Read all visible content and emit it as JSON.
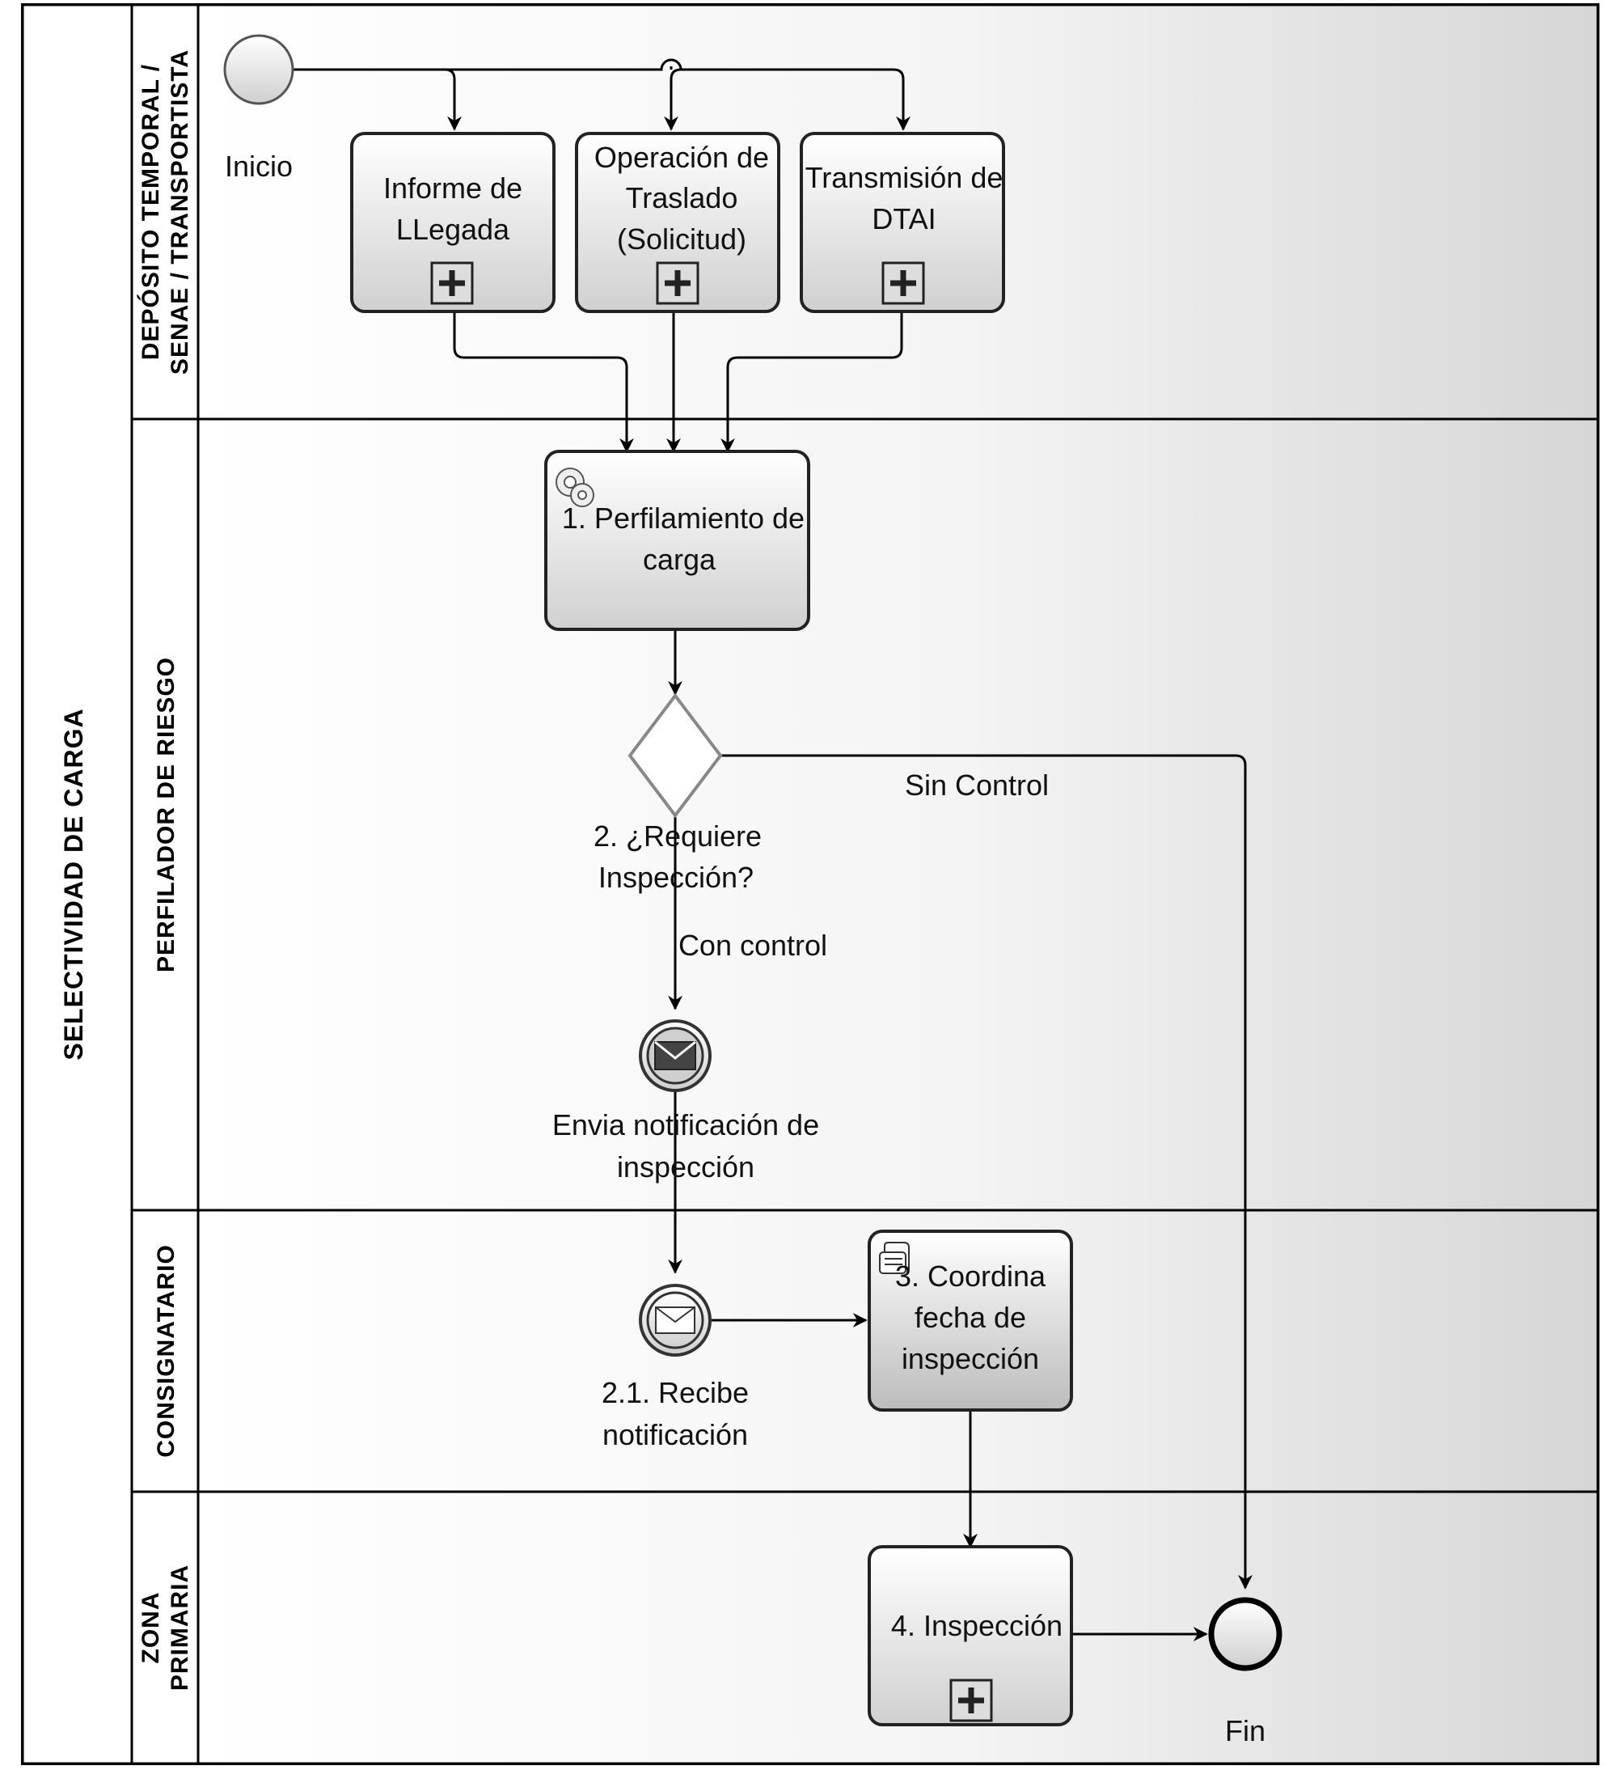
{
  "pool": {
    "title": "SELECTIVIDAD DE CARGA"
  },
  "lanes": [
    {
      "id": "lane-deposito",
      "title_line1": "DEPÓSITO TEMPORAL /",
      "title_line2": "SENAE / TRANSPORTISTA"
    },
    {
      "id": "lane-perfilador",
      "title_line1": "PERFILADOR DE RIESGO",
      "title_line2": ""
    },
    {
      "id": "lane-consignatario",
      "title_line1": "CONSIGNATARIO",
      "title_line2": ""
    },
    {
      "id": "lane-zona",
      "title_line1": "ZONA",
      "title_line2": "PRIMARIA"
    }
  ],
  "events": {
    "start": {
      "label": "Inicio"
    },
    "end": {
      "label": "Fin"
    },
    "send_notification": {
      "label_line1": "Envia notificación de",
      "label_line2": "inspección"
    },
    "receive_notification": {
      "label_line1": "2.1. Recibe",
      "label_line2": "notificación"
    }
  },
  "tasks": {
    "informe": {
      "line1": "Informe de",
      "line2": "LLegada",
      "type": "subprocess"
    },
    "operacion": {
      "line1": "Operación de",
      "line2": "Traslado",
      "line3": "(Solicitud)",
      "type": "subprocess"
    },
    "transmision": {
      "line1": "Transmisión de",
      "line2": "DTAI",
      "type": "subprocess"
    },
    "perfilamiento": {
      "line1": "1. Perfilamiento de",
      "line2": "carga",
      "type": "service-task"
    },
    "coordina": {
      "line1": "3. Coordina",
      "line2": "fecha de",
      "line3": "inspección",
      "type": "manual-task"
    },
    "inspeccion": {
      "line1": "4. Inspección",
      "type": "subprocess"
    }
  },
  "gateway": {
    "label_line1": "2. ¿Requiere",
    "label_line2": "Inspección?"
  },
  "flows": {
    "sin_control": "Sin Control",
    "con_control": "Con control"
  },
  "colors": {
    "line": "#000000",
    "task_fill_light": "#f7f7f7",
    "task_fill_dark": "#bdbdbd",
    "lane_grad_end": "#d9d9d9",
    "border": "#111111"
  }
}
